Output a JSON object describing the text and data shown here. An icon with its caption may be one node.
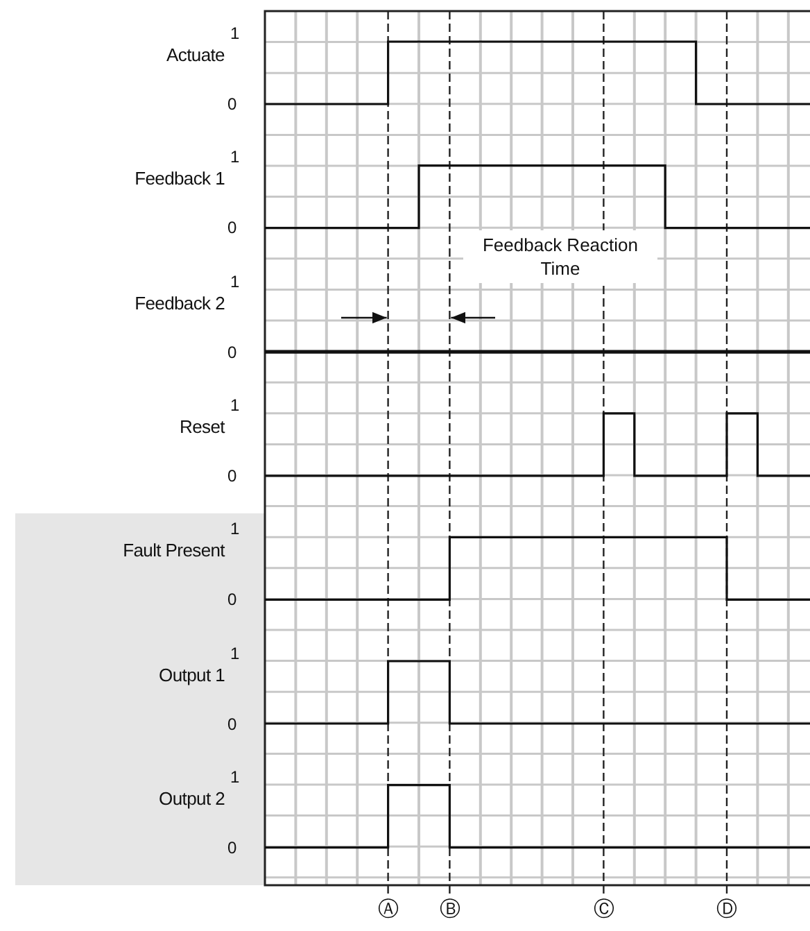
{
  "diagram": {
    "labels": [
      "1",
      "Actuate",
      "0",
      "1",
      "Feedback 1",
      "0",
      "Feedback Reaction Time",
      "1",
      "Feedback 2",
      "0",
      "1",
      "Reset",
      "0",
      "1",
      "Fault Present",
      "0",
      "1",
      "Output 1",
      "0",
      "1",
      "Output 2",
      "0",
      "Ⓐ",
      "Ⓑ",
      "Ⓒ",
      "Ⓓ"
    ]
  }
}
